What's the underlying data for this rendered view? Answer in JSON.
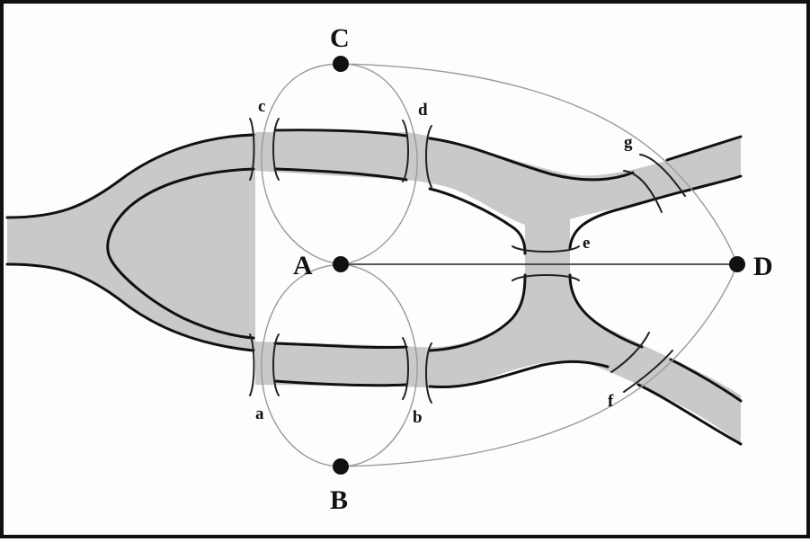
{
  "diagram": {
    "vertices": {
      "A": "A",
      "B": "B",
      "C": "C",
      "D": "D"
    },
    "edges": {
      "a": "a",
      "b": "b",
      "c": "c",
      "d": "d",
      "e": "e",
      "f": "f",
      "g": "g"
    }
  }
}
